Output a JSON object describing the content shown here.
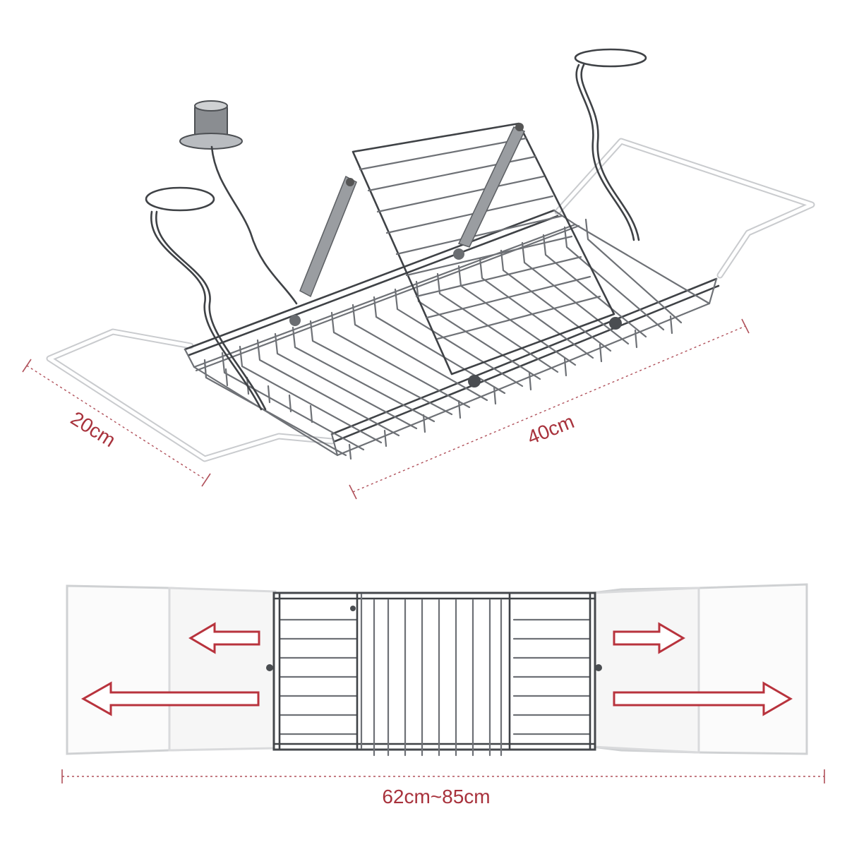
{
  "dimensions": {
    "width_label": "20cm",
    "length_label": "40cm",
    "extended_label": "62cm~85cm"
  },
  "colors": {
    "dimension_text": "#a8323c",
    "arrow_outline": "#b8333d",
    "metal": "#6e7176"
  },
  "icons": [
    "arrow-left-icon",
    "arrow-right-icon"
  ]
}
